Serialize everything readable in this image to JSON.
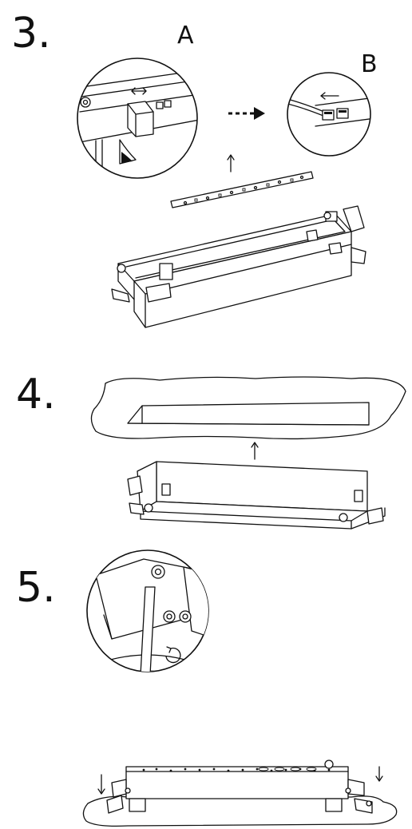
{
  "steps": [
    {
      "number": "3."
    },
    {
      "number": "4."
    },
    {
      "number": "5."
    }
  ],
  "callouts": {
    "a": "A",
    "b": "B"
  }
}
